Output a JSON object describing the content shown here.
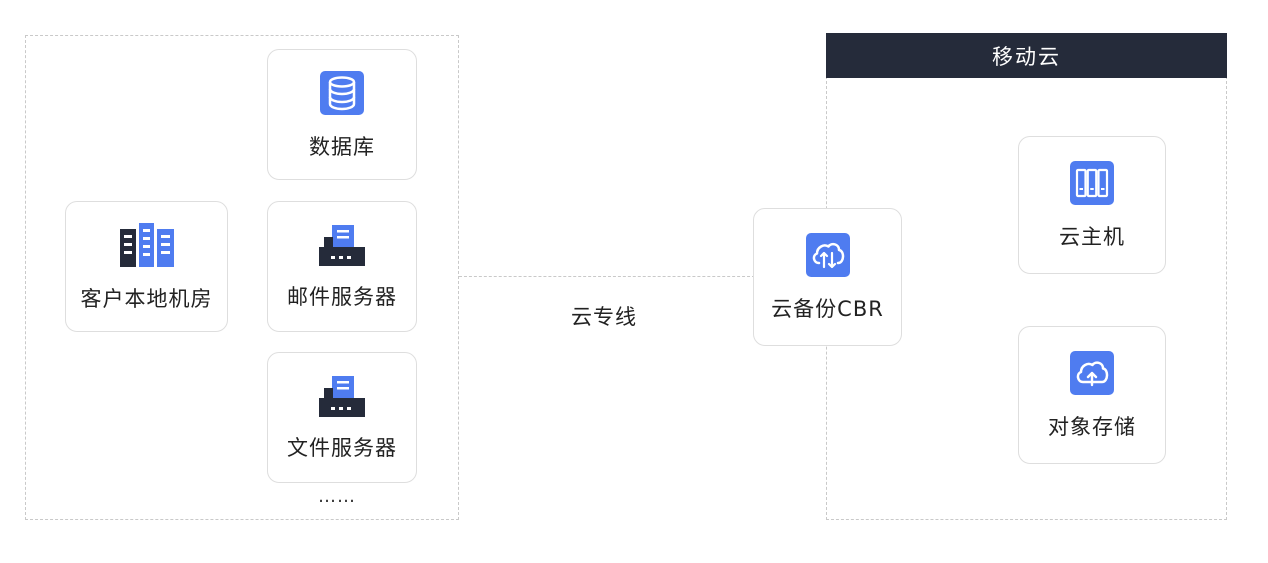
{
  "local": {
    "room_label": "客户本地机房",
    "database_label": "数据库",
    "mail_server_label": "邮件服务器",
    "file_server_label": "文件服务器",
    "more_label": "……"
  },
  "link": {
    "label": "云专线"
  },
  "cbr": {
    "label": "云备份CBR"
  },
  "cloud": {
    "title": "移动云",
    "ecs_label": "云主机",
    "oss_label": "对象存储"
  },
  "colors": {
    "accent": "#4f7cf0",
    "dark": "#252b3a",
    "border": "#c9c9c9"
  }
}
